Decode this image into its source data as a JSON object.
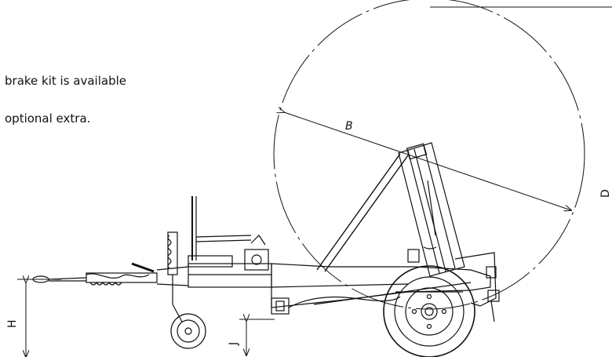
{
  "note": {
    "line1": "brake kit is available",
    "line2": "optional extra."
  },
  "dimensions": {
    "b": "B",
    "d": "D",
    "h": "H",
    "j": "J"
  },
  "colors": {
    "line": "#111111",
    "background": "#ffffff"
  }
}
